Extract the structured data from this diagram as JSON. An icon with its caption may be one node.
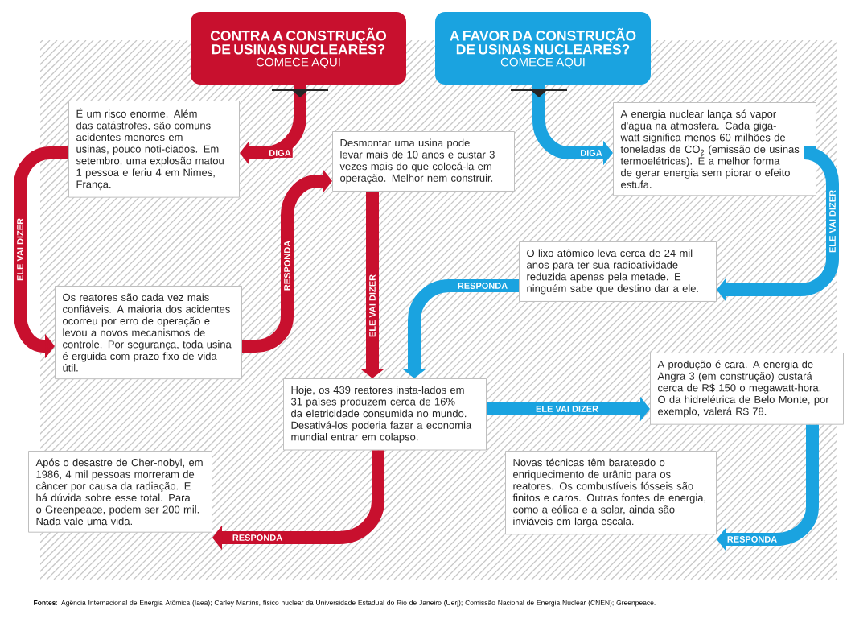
{
  "diagram": {
    "caption": "**Fontes**: Agência Internacional de Energia Atômica (Iaea); Carley Martins, físico nuclear da Universidade Estadual do Rio de Janeiro (Uerj); Comissão Nacional de Energia Nuclear (CNEN); Greenpeace.",
    "nodes": [
      {
        "text": [
          "CONTRA A CONSTRUÇÃO DE USINAS NUCLEARES?",
          "COMECE AQUI"
        ]
      },
      {
        "text": [
          "A FAVOR DA CONSTRUÇÃO DE USINAS NUCLEARES?",
          "COMECE AQUI"
        ]
      },
      {
        "text": [
          "É um risco enorme. Além das catástrofes, são comuns acidentes menores em usinas, pouco noti-ciados. Em setembro, uma explosão matou 1 pessoa e feriu 4 em Nimes, França."
        ]
      },
      {
        "text": [
          "Os reatores são cada vez mais confiáveis. A maioria dos acidentes ocorreu por erro de operação e levou a novos mecanismos de controle. Por segurança, toda usina é erguida com prazo fixo de vida útil."
        ]
      },
      {
        "text": [
          "Desmontar uma usina pode levar mais de 10 anos e custar 3 vezes mais do que colocá-la em operação. Melhor nem construir."
        ]
      },
      {
        "text": [
          "Hoje, os 439 reatores insta-lados em 31 países produzem cerca de 16% da eletricidade consumida no mundo. Desativá-los poderia fazer a economia mundial entrar em colapso."
        ]
      },
      {
        "text": [
          "Após o desastre de Cher-nobyl, em 1986, 4 mil pessoas morreram de câncer por causa da radiação. E há dúvida sobre esse total. Para o Greenpeace, podem ser 200 mil. Nada vale uma vida."
        ]
      },
      {
        "text": [
          "A energia nuclear lança só vapor d'água na atmosfera. Cada giga-watt significa menos 60 milhões de toneladas de CO$_{2}$ (emissão de usinas termoelétricas). É a melhor forma de gerar energia sem piorar o efeito estufa."
        ]
      },
      {
        "text": [
          "O lixo atômico leva cerca de 24 mil anos para ter sua radioatividade reduzida apenas pela metade. E ninguém sabe que destino dar a ele."
        ]
      },
      {
        "text": [
          "A produção é cara. A energia de Angra 3 (em construção) custará cerca de R$ 150 o megawatt-hora. O da hidrelétrica de Belo Monte, por exemplo, valerá R$ 78."
        ]
      },
      {
        "text": [
          "Novas técnicas têm barateado o enriquecimento de urânio para os reatores. Os combustíveis fósseis são finitos e caros. Outras fontes de energia, como a eólica e a solar, ainda são inviáveis em larga escala."
        ]
      }
    ],
    "edges": [
      {
        "from": 0,
        "to": 2,
        "arrow": "to",
        "label": "DIGA",
        "color": "#c8102e"
      },
      {
        "from": 2,
        "to": 3,
        "arrow": "to",
        "label": "ELE VAI DIZER",
        "color": "#c8102e"
      },
      {
        "from": 3,
        "to": 4,
        "arrow": "to",
        "label": "RESPONDA",
        "color": "#c8102e"
      },
      {
        "from": 4,
        "to": 5,
        "arrow": "to",
        "label": "ELE VAI DIZER",
        "color": "#c8102e"
      },
      {
        "from": 5,
        "to": 6,
        "arrow": "to",
        "label": "RESPONDA",
        "color": "#c8102e"
      },
      {
        "from": 1,
        "to": 7,
        "arrow": "to",
        "label": "DIGA",
        "color": "#1aa3e0"
      },
      {
        "from": 7,
        "to": 8,
        "arrow": "to",
        "label": "ELE VAI DIZER",
        "color": "#1aa3e0"
      },
      {
        "from": 8,
        "to": 5,
        "arrow": "to",
        "label": "RESPONDA",
        "color": "#1aa3e0"
      },
      {
        "from": 5,
        "to": 9,
        "arrow": "to",
        "label": "ELE VAI DIZER",
        "color": "#1aa3e0"
      },
      {
        "from": 9,
        "to": 10,
        "arrow": "to",
        "label": "RESPONDA",
        "color": "#1aa3e0"
      }
    ]
  }
}
